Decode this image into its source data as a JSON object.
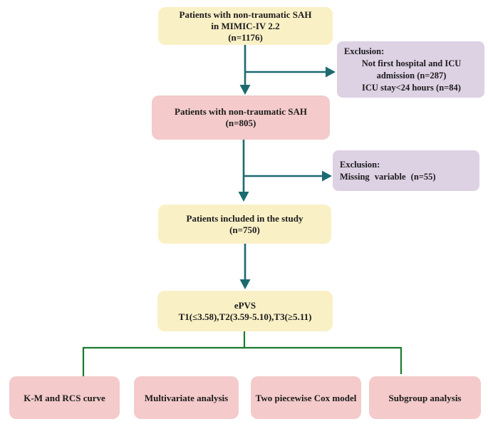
{
  "colors": {
    "box_yellow": "#faf0c6",
    "box_pink": "#f4caca",
    "box_lavender": "#ddd1e4",
    "arrow_teal": "#1c6a70",
    "bracket_green": "#1c7a2d",
    "text": "#1b1b1b",
    "background": "#ffffff"
  },
  "flowchart": {
    "top_box": {
      "line1": "Patients with non-traumatic SAH",
      "line2": "in MIMIC-IV 2.2",
      "line3": "(n=1176)"
    },
    "exclusion1": {
      "title": "Exclusion:",
      "line1": "Not first hospital and ICU",
      "line2": "admission (n=287)",
      "line3": "ICU stay<24 hours (n=84)"
    },
    "sah_box": {
      "line1": "Patients with non-traumatic SAH",
      "line2": "(n=805)"
    },
    "exclusion2": {
      "title": "Exclusion:",
      "line1": "Missing variable (n=55)"
    },
    "included_box": {
      "line1": "Patients included in the study",
      "line2": "(n=750)"
    },
    "epvs_box": {
      "line1": "ePVS",
      "line2": "T1(≤3.58),T2(3.59-5.10),T3(≥5.11)"
    },
    "analysis_boxes": {
      "km": "K-M and RCS curve",
      "multivariate": "Multivariate analysis",
      "piecewise": "Two piecewise Cox model",
      "subgroup": "Subgroup analysis"
    }
  }
}
